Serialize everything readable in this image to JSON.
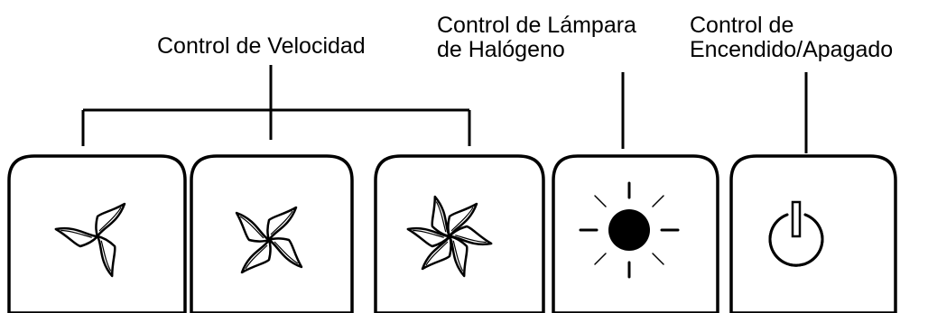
{
  "labels": {
    "speed_control": "Control de Velocidad",
    "lamp_control": [
      "Control de Lámpara",
      "de Halógeno"
    ],
    "power_control": [
      "Control de",
      "Encendido/Apagado"
    ]
  },
  "buttons": [
    {
      "icon": "fan-low-speed-icon",
      "blades": 3
    },
    {
      "icon": "fan-medium-speed-icon",
      "blades": 4
    },
    {
      "icon": "fan-high-speed-icon",
      "blades": 6
    },
    {
      "icon": "halogen-lamp-icon"
    },
    {
      "icon": "power-icon"
    }
  ],
  "colors": {
    "line": "#000000",
    "background": "#ffffff"
  }
}
